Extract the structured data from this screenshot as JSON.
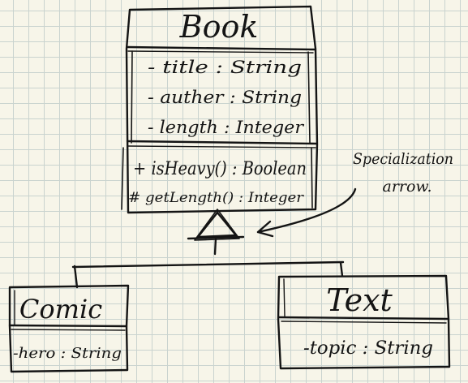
{
  "book": {
    "name": "Book",
    "attributes": [
      "- title : String",
      "- auther : String",
      "- length : Integer"
    ],
    "methods": [
      "+ isHeavy() : Boolean",
      "# getLength() : Integer"
    ]
  },
  "comic": {
    "name": "Comic",
    "attributes": [
      "-hero : String"
    ]
  },
  "text_class": {
    "name": "Text",
    "attributes": [
      "-topic : String"
    ]
  },
  "annotation": {
    "line1": "Specialization",
    "line2": "arrow."
  },
  "colors": {
    "ink": "#141414",
    "paper": "#f7f5e9",
    "grid": "#c9d3cf"
  }
}
